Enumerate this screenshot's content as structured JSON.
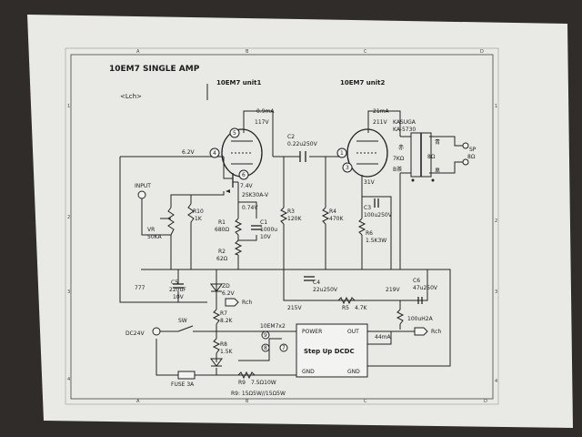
{
  "title": "10EM7 SINGLE AMP",
  "channel": "<Lch>",
  "section_labels": {
    "unit1": "10EM7 unit1",
    "unit2": "10EM7 unit2"
  },
  "grid_letters": [
    "A",
    "B",
    "C",
    "D"
  ],
  "grid_numbers": [
    "1",
    "2",
    "3",
    "4"
  ],
  "voltages": {
    "v_117": "117V",
    "v_09ma": "0.9mA",
    "v_62": "6.2V",
    "v_74": "7.4V",
    "v_211": "211V",
    "v_21ma": "21mA",
    "v_31": "31V",
    "v_074": "0.74V",
    "v_215": "215V",
    "v_219": "219V"
  },
  "components": {
    "c2": "C2",
    "c2_val": "0.22u250V",
    "fet": "2SK30A-V",
    "r1": "R1",
    "r1_val": "680Ω",
    "c1": "C1",
    "c1_val": "1000u",
    "c1_v": "10V",
    "r2": "R2",
    "r2_val": "62Ω",
    "r10": "R10",
    "r10_val": "1K",
    "vr": "VR",
    "vr_val": "50KA",
    "r3": "R3",
    "r3_val": "120K",
    "r4": "R4",
    "r4_val": "470K",
    "c3": "C3",
    "c3_val": "100u250V",
    "r6": "R6",
    "r6_val": "1.5K3W",
    "c4": "C4",
    "c4_val": "22u250V",
    "r5": "R5",
    "r5_val": "4.7K",
    "c6": "C6",
    "c6_val": "47u250V",
    "l1": "100uH2A",
    "c5": "C5",
    "c5_val": "220uF",
    "c5_v": "10V",
    "zd": "ZD",
    "zd_val": "6.2V",
    "r7": "R7",
    "r7_val": "8.2K",
    "r8": "R8",
    "r8_val": "1.5K",
    "r9": "R9",
    "r9_val": "7.5Ω10W",
    "r9_note": "R9: 15Ω5W//15Ω5W",
    "fuse": "FUSE 3A",
    "sw": "SW",
    "dc": "DC24V",
    "heater": "10EM7x2",
    "input": "INPUT"
  },
  "transformer": {
    "name": "KASUGA",
    "model": "KA-5730",
    "red": "赤",
    "z": "7KΩ",
    "bc": "B茶",
    "blue": "青",
    "imp": "8Ω",
    "black": "黒"
  },
  "speaker": {
    "label": "SP",
    "imp": "8Ω"
  },
  "dcdc": {
    "title": "Step Up DCDC",
    "power": "POWER",
    "out": "OUT",
    "gnd": "GND",
    "gnd2": "GND",
    "current": "44mA"
  },
  "rch": {
    "r1": "Rch",
    "r2": "Rch"
  },
  "pins": {
    "p5": "5",
    "p4": "4",
    "p6": "6",
    "p1": "1",
    "p3": "3",
    "p7": "7",
    "p8": "8",
    "p9": "9"
  },
  "ground": "777"
}
